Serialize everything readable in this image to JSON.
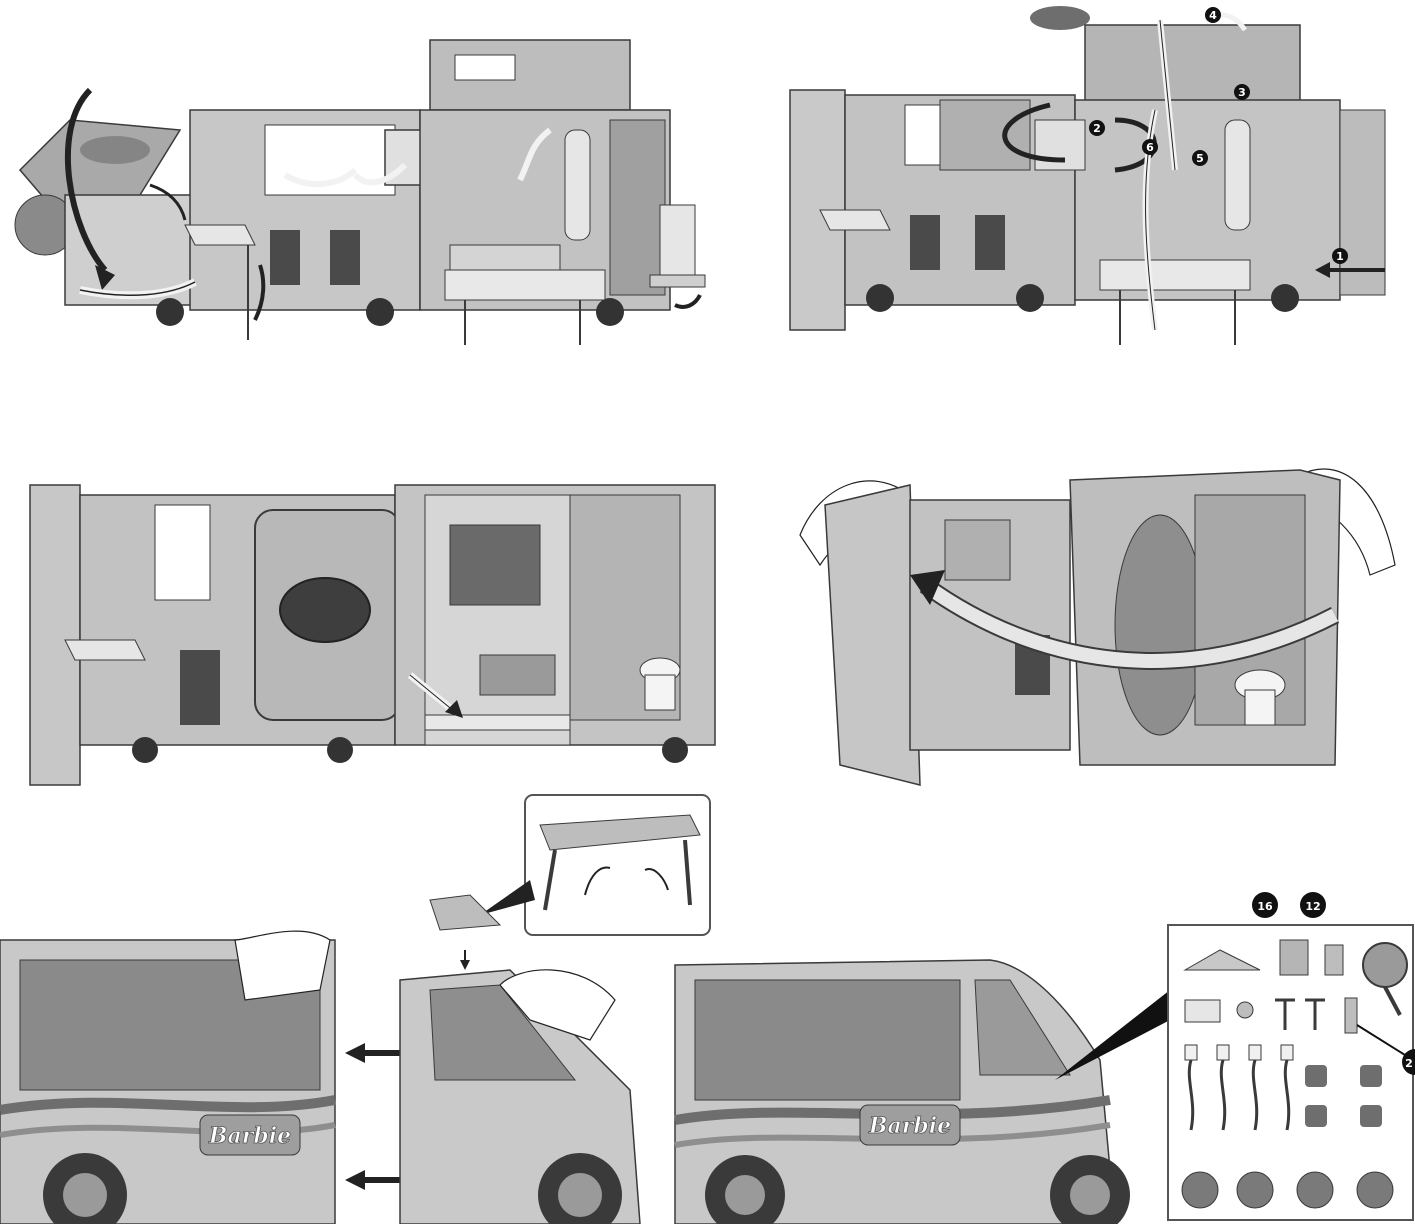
{
  "colors": {
    "toy_light": "#cfcfcf",
    "toy_mid": "#a9a9a9",
    "toy_dark": "#6e6e6e",
    "outline": "#3a3a3a",
    "arrow": "#222222",
    "arrow_light": "#f2f2f2",
    "badge": "#111111"
  },
  "step1": {
    "numbers": []
  },
  "step2": {
    "numbers": [
      "1",
      "2",
      "3",
      "4",
      "5",
      "6"
    ]
  },
  "step5": {
    "brand": "Barbie"
  },
  "step6": {
    "brand": "Barbie"
  },
  "accessories": {
    "callouts": [
      "16",
      "12",
      "2"
    ]
  }
}
